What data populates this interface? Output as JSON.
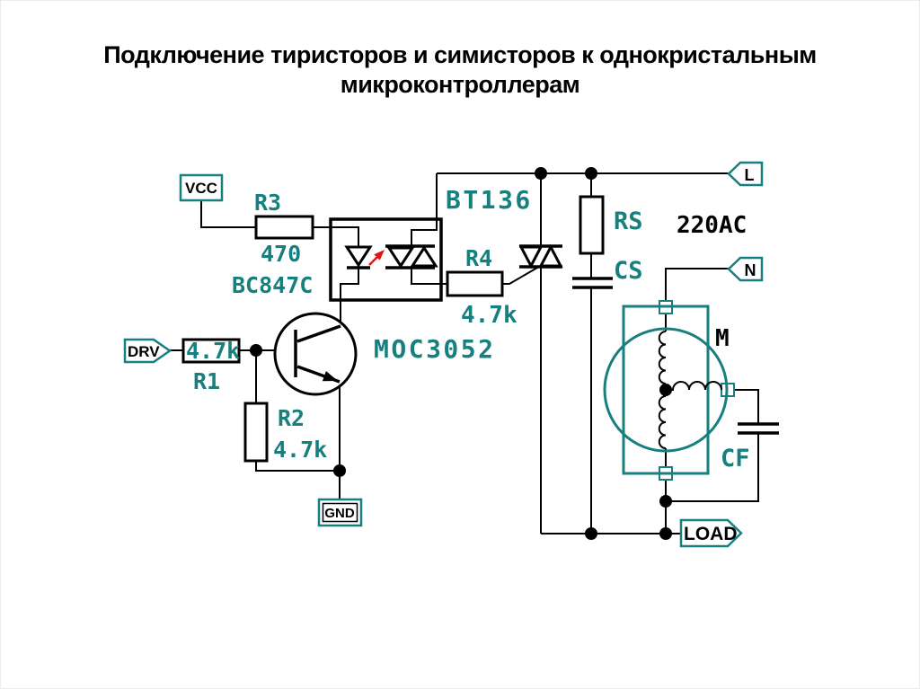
{
  "title": "Подключение тиристоров и симисторов к однокристальным микроконтроллерам",
  "colors": {
    "accent_teal": "#17807e",
    "wire_black": "#000000",
    "led_arrow_red": "#e01515",
    "background": "#ffffff"
  },
  "labels": {
    "vcc": "VCC",
    "drv": "DRV",
    "gnd": "GND",
    "line": "L",
    "neutral": "N",
    "load": "LOAD",
    "mains": "220AC",
    "motor": "M"
  },
  "components": {
    "r1": {
      "ref": "R1",
      "value": "4.7k"
    },
    "r2": {
      "ref": "R2",
      "value": "4.7k"
    },
    "r3": {
      "ref": "R3",
      "value": "470"
    },
    "r4": {
      "ref": "R4",
      "value": "4.7k"
    },
    "transistor": {
      "ref": "BC847C"
    },
    "optocoupler": {
      "ref": "MOC3052"
    },
    "triac": {
      "ref": "BT136"
    },
    "snubber_resistor": {
      "ref": "RS"
    },
    "snubber_capacitor": {
      "ref": "CS"
    },
    "run_capacitor": {
      "ref": "CF"
    }
  }
}
